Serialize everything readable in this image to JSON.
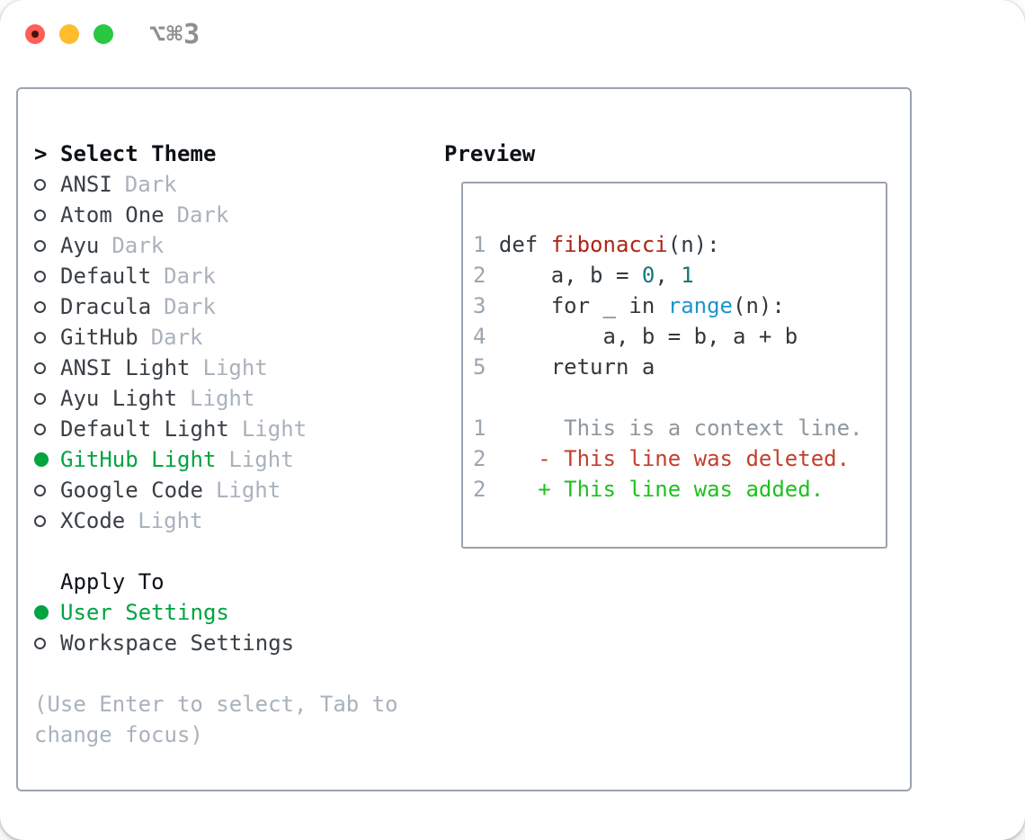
{
  "colors": {
    "red_light": "#ff5f57",
    "red_light_dot": "#47120c",
    "yellow_light": "#febc2e",
    "green_light": "#28c840",
    "title_gray": "#8e8e93",
    "border_gray": "#9aa4ae",
    "header_black": "#0d1116",
    "item_fg": "#3a4046",
    "variant_fg": "#a9b2bc",
    "help_fg": "#a9b2bc",
    "selected_green": "#00a440",
    "ln": "#9aa6b2",
    "fg": "#32383e",
    "fn": "#ad2415",
    "num": "#13787c",
    "bi": "#1e95c9",
    "ctx": "#8e979e",
    "del": "#c33f2c",
    "add": "#1fc11f"
  },
  "window": {
    "title": "⌥⌘3"
  },
  "selector": {
    "cursor": ">",
    "header": "Select Theme",
    "themes": [
      {
        "name": "ANSI",
        "variant": "Dark",
        "selected": false
      },
      {
        "name": "Atom One",
        "variant": "Dark",
        "selected": false
      },
      {
        "name": "Ayu",
        "variant": "Dark",
        "selected": false
      },
      {
        "name": "Default",
        "variant": "Dark",
        "selected": false
      },
      {
        "name": "Dracula",
        "variant": "Dark",
        "selected": false
      },
      {
        "name": "GitHub",
        "variant": "Dark",
        "selected": false
      },
      {
        "name": "ANSI Light",
        "variant": "Light",
        "selected": false
      },
      {
        "name": "Ayu Light",
        "variant": "Light",
        "selected": false
      },
      {
        "name": "Default Light",
        "variant": "Light",
        "selected": false
      },
      {
        "name": "GitHub Light",
        "variant": "Light",
        "selected": true
      },
      {
        "name": "Google Code",
        "variant": "Light",
        "selected": false
      },
      {
        "name": "XCode",
        "variant": "Light",
        "selected": false
      }
    ],
    "apply_to": {
      "header": "Apply To",
      "options": [
        {
          "name": "User Settings",
          "selected": true
        },
        {
          "name": "Workspace Settings",
          "selected": false
        }
      ]
    },
    "help_lines": [
      "(Use Enter to select, Tab to",
      "change focus)"
    ]
  },
  "preview": {
    "header": "Preview",
    "lines": [
      {
        "tokens": [
          {
            "t": "1 ",
            "c": "ln"
          },
          {
            "t": "def ",
            "c": "fg"
          },
          {
            "t": "fibonacci",
            "c": "fn"
          },
          {
            "t": "(n):",
            "c": "fg"
          }
        ]
      },
      {
        "tokens": [
          {
            "t": "2 ",
            "c": "ln"
          },
          {
            "t": "    a, b = ",
            "c": "fg"
          },
          {
            "t": "0",
            "c": "num"
          },
          {
            "t": ", ",
            "c": "fg"
          },
          {
            "t": "1",
            "c": "num"
          }
        ]
      },
      {
        "tokens": [
          {
            "t": "3 ",
            "c": "ln"
          },
          {
            "t": "    for _ in ",
            "c": "fg"
          },
          {
            "t": "range",
            "c": "bi"
          },
          {
            "t": "(n):",
            "c": "fg"
          }
        ]
      },
      {
        "tokens": [
          {
            "t": "4 ",
            "c": "ln"
          },
          {
            "t": "        a, b = b, a + b",
            "c": "fg"
          }
        ]
      },
      {
        "tokens": [
          {
            "t": "5 ",
            "c": "ln"
          },
          {
            "t": "    return a",
            "c": "fg"
          }
        ]
      },
      {
        "tokens": []
      },
      {
        "tokens": [
          {
            "t": "1 ",
            "c": "ln"
          },
          {
            "t": "     This is a context line.",
            "c": "ctx"
          }
        ]
      },
      {
        "tokens": [
          {
            "t": "2 ",
            "c": "ln"
          },
          {
            "t": "   - This line was deleted.",
            "c": "del"
          }
        ]
      },
      {
        "tokens": [
          {
            "t": "2 ",
            "c": "ln"
          },
          {
            "t": "   + This line was added.",
            "c": "add"
          }
        ]
      }
    ]
  }
}
